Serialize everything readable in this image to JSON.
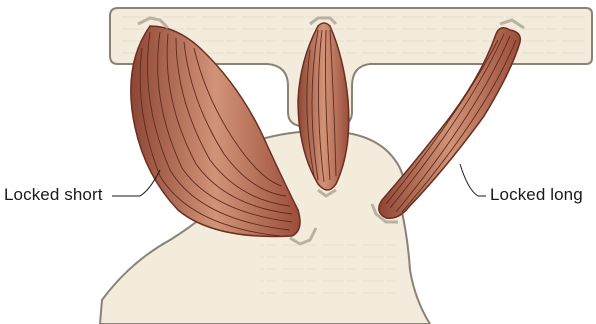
{
  "figure": {
    "labels": {
      "left": "Locked short",
      "right": "Locked long"
    },
    "colors": {
      "bone_fill": "#f3ecdc",
      "bone_stroke": "#8a8275",
      "muscle_fill": "#b46a53",
      "muscle_light": "#cf8f72",
      "fiber": "#5e2a1e",
      "tendon": "#c9c2b4",
      "background": "#ffffff"
    },
    "items": [
      "bone-top",
      "bone-bottom",
      "muscle-short",
      "muscle-middle",
      "muscle-long"
    ]
  }
}
